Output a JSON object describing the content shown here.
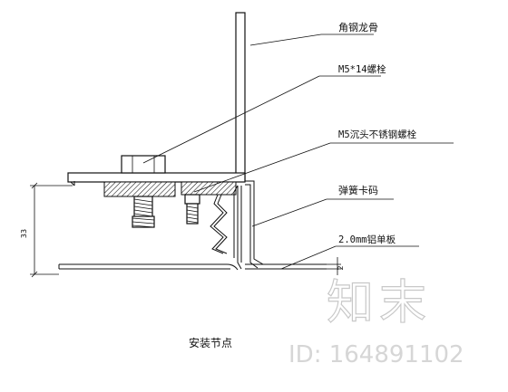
{
  "labels": {
    "angle_steel_keel": "角钢龙骨",
    "bolt_m5x14": "M5*14螺栓",
    "countersunk_ss_bolt": "M5沉头不锈钢螺栓",
    "spring_clip": "弹簧卡码",
    "aluminum_panel": "2.0mm铝单板"
  },
  "dimensions": {
    "height": "33",
    "thickness": "2"
  },
  "caption": "安装节点",
  "watermark": {
    "logo_text": "知末",
    "id_text": "ID: 164891102"
  },
  "colors": {
    "ink": "#111111",
    "watermark": "#c8c8c8"
  }
}
